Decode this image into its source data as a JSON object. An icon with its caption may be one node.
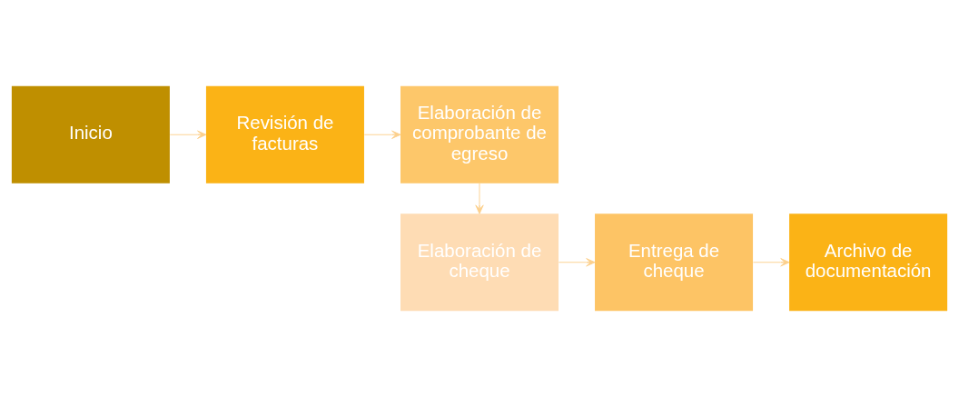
{
  "diagram": {
    "nodes": [
      {
        "text": [
          "Inicio"
        ]
      },
      {
        "text": [
          "Revisión de facturas"
        ]
      },
      {
        "text": [
          "Elaboración de comprobante de egreso"
        ]
      },
      {
        "text": [
          "Elaboración de cheque"
        ]
      },
      {
        "text": [
          "Entrega de cheque"
        ]
      },
      {
        "text": [
          "Archivo de documentación"
        ]
      }
    ],
    "edges": [
      {
        "from": 0,
        "to": 1,
        "arrow": "to"
      },
      {
        "from": 1,
        "to": 2,
        "arrow": "to"
      },
      {
        "from": 2,
        "to": 3,
        "arrow": "to"
      },
      {
        "from": 3,
        "to": 4,
        "arrow": "to"
      },
      {
        "from": 4,
        "to": 5,
        "arrow": "to"
      }
    ]
  }
}
